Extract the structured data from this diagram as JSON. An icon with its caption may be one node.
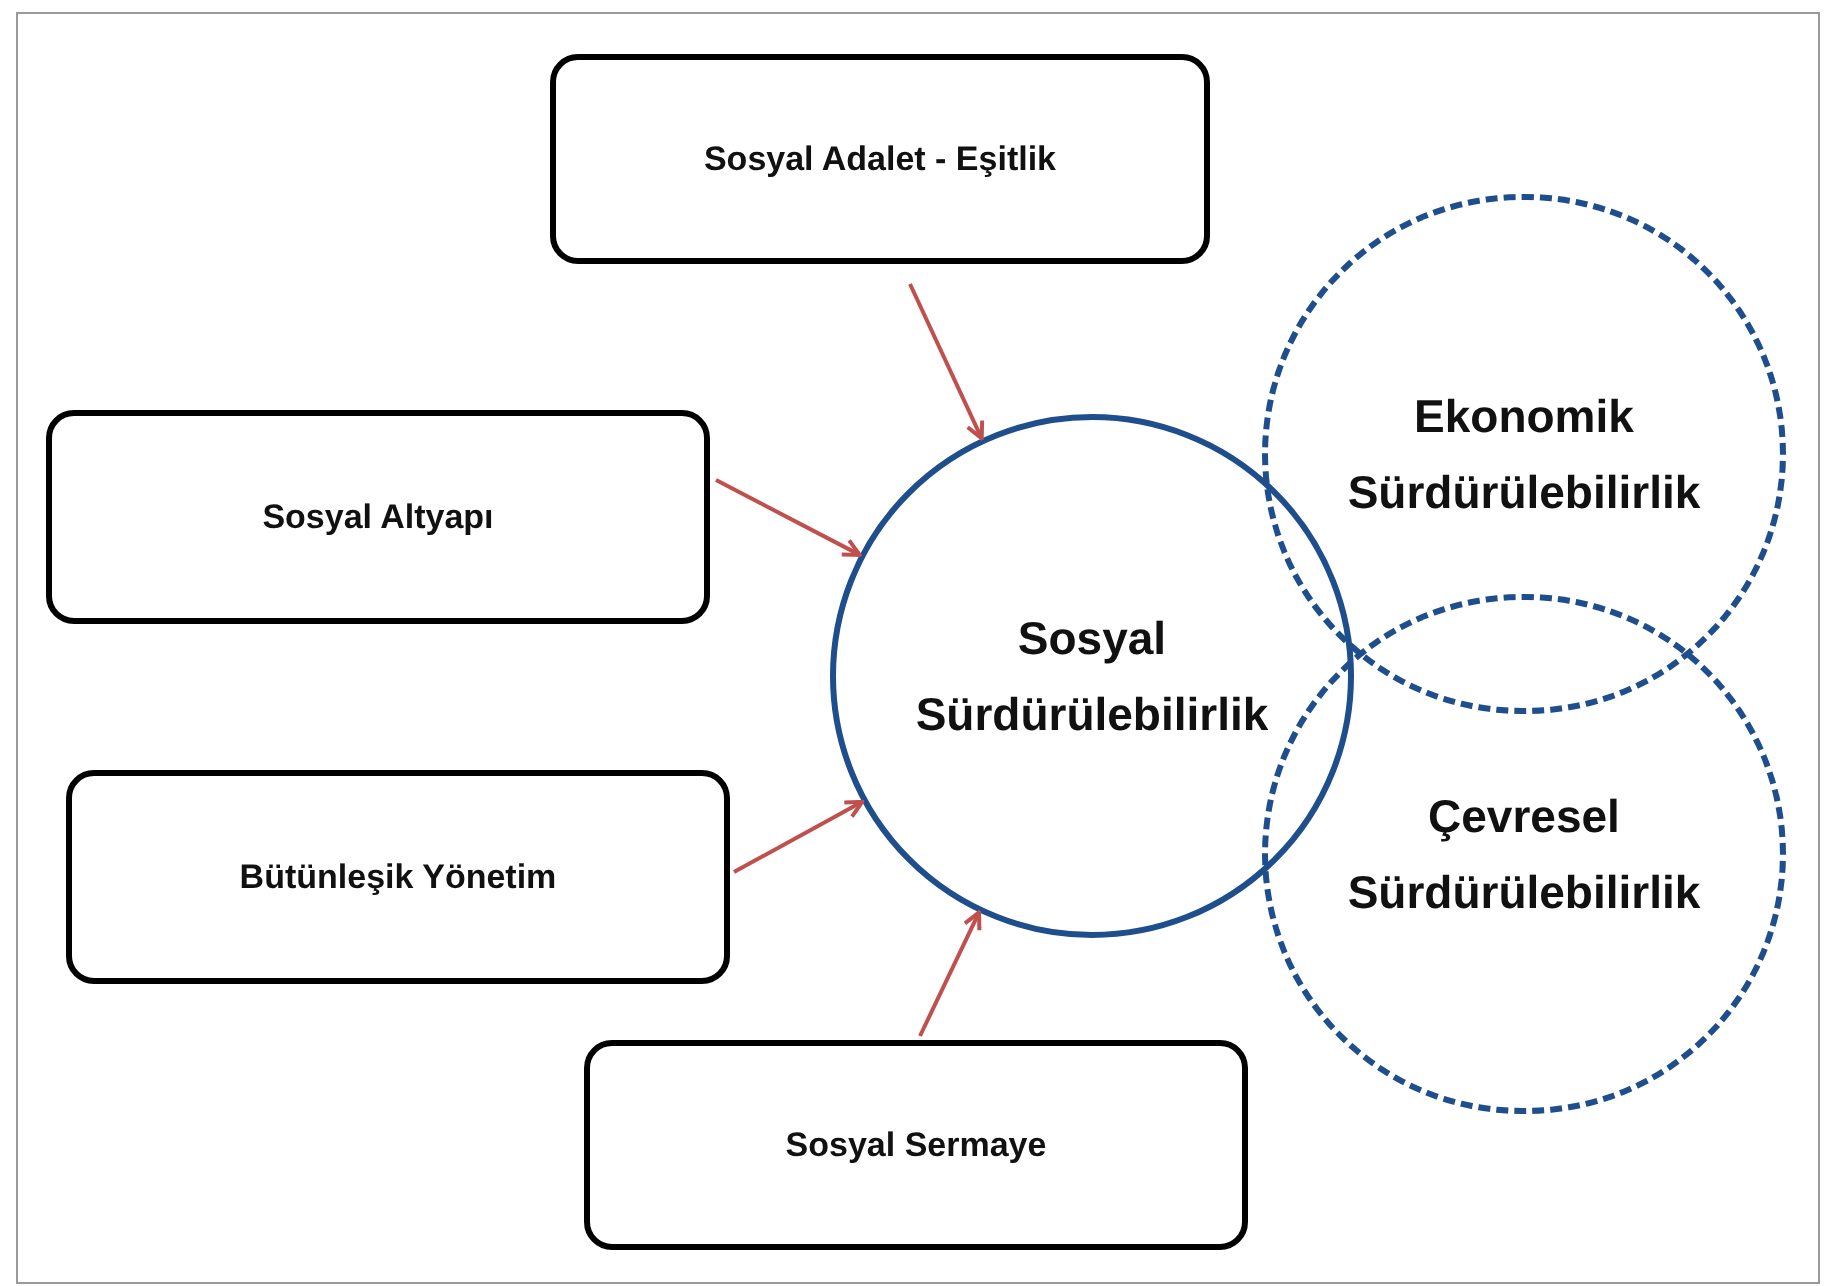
{
  "diagram": {
    "nodes": [
      {
        "text": [
          "Sosyal Adalet - Eşitlik"
        ]
      },
      {
        "text": [
          "Sosyal Altyapı"
        ]
      },
      {
        "text": [
          "Bütünleşik Yönetim"
        ]
      },
      {
        "text": [
          "Sosyal Sermaye"
        ]
      },
      {
        "text": [
          "Sosyal Sürdürülebilirlik"
        ]
      },
      {
        "text": [
          "Ekonomik Sürdürülebilirlik"
        ]
      },
      {
        "text": [
          "Çevresel Sürdürülebilirlik"
        ]
      }
    ],
    "edges": [
      {
        "from": 0,
        "to": 4,
        "arrow": "to",
        "color": "#c0504d"
      },
      {
        "from": 1,
        "to": 4,
        "arrow": "to",
        "color": "#c0504d"
      },
      {
        "from": 2,
        "to": 4,
        "arrow": "to",
        "color": "#c0504d"
      },
      {
        "from": 3,
        "to": 4,
        "arrow": "to",
        "color": "#c0504d"
      }
    ]
  }
}
